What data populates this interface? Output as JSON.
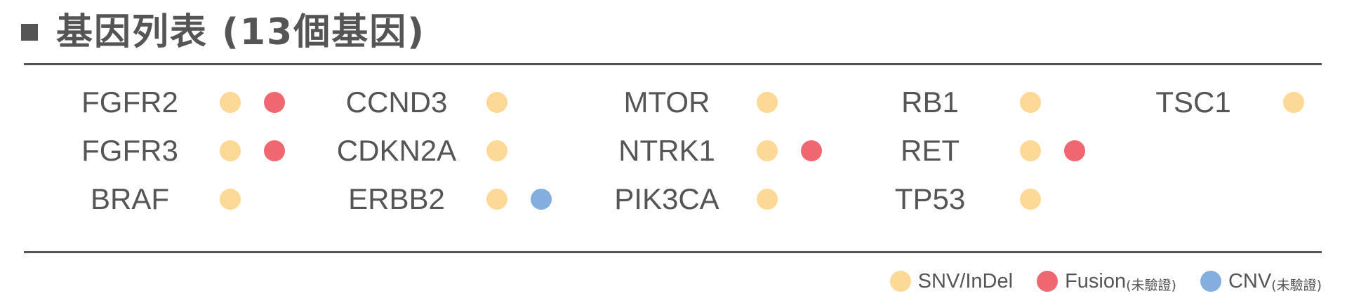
{
  "header": {
    "title": "基因列表 (13個基因)"
  },
  "colors": {
    "snv": "#FDD998",
    "fusion": "#EF6771",
    "cnv": "#84AEDD",
    "text": "#555555"
  },
  "genes": [
    {
      "name": "FGFR2",
      "types": [
        "snv",
        "fusion"
      ]
    },
    {
      "name": "FGFR3",
      "types": [
        "snv",
        "fusion"
      ]
    },
    {
      "name": "BRAF",
      "types": [
        "snv"
      ]
    },
    {
      "name": "CCND3",
      "types": [
        "snv"
      ]
    },
    {
      "name": "CDKN2A",
      "types": [
        "snv"
      ]
    },
    {
      "name": "ERBB2",
      "types": [
        "snv",
        "cnv"
      ]
    },
    {
      "name": "MTOR",
      "types": [
        "snv"
      ]
    },
    {
      "name": "NTRK1",
      "types": [
        "snv",
        "fusion"
      ]
    },
    {
      "name": "PIK3CA",
      "types": [
        "snv"
      ]
    },
    {
      "name": "RB1",
      "types": [
        "snv"
      ]
    },
    {
      "name": "RET",
      "types": [
        "snv",
        "fusion"
      ]
    },
    {
      "name": "TP53",
      "types": [
        "snv"
      ]
    },
    {
      "name": "TSC1",
      "types": [
        "snv"
      ]
    }
  ],
  "legend": [
    {
      "type": "snv",
      "label": "SNV/InDel",
      "note": ""
    },
    {
      "type": "fusion",
      "label": "Fusion",
      "note": "(未驗證)"
    },
    {
      "type": "cnv",
      "label": "CNV",
      "note": "(未驗證)"
    }
  ]
}
